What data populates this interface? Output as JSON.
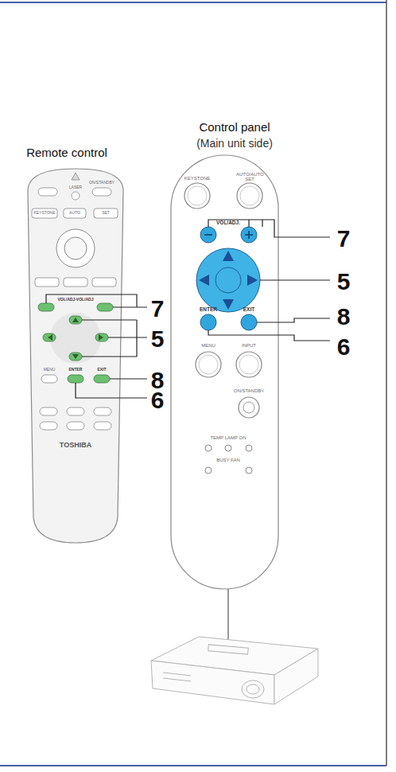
{
  "diagram": {
    "labels": [
      "Remote control",
      "Control panel",
      "(Main unit side)",
      "7",
      "5",
      "8",
      "6",
      "7",
      "5",
      "8",
      "6",
      "KEYSTONE",
      "AUTO/AUTO SET",
      "VOL/ADJ.",
      "ENTER",
      "EXIT",
      "MENU",
      "INPUT",
      "ON/STANDBY",
      "TEMP LAMP ON",
      "BUSY FAN",
      "LASER",
      "ON/STANDBY",
      "KEYSTONE",
      "AUTO",
      "SET",
      "VOL/ADJ-VOL/ADJ",
      "ENTER",
      "EXIT",
      "MENU",
      "TOSHIBA"
    ]
  }
}
